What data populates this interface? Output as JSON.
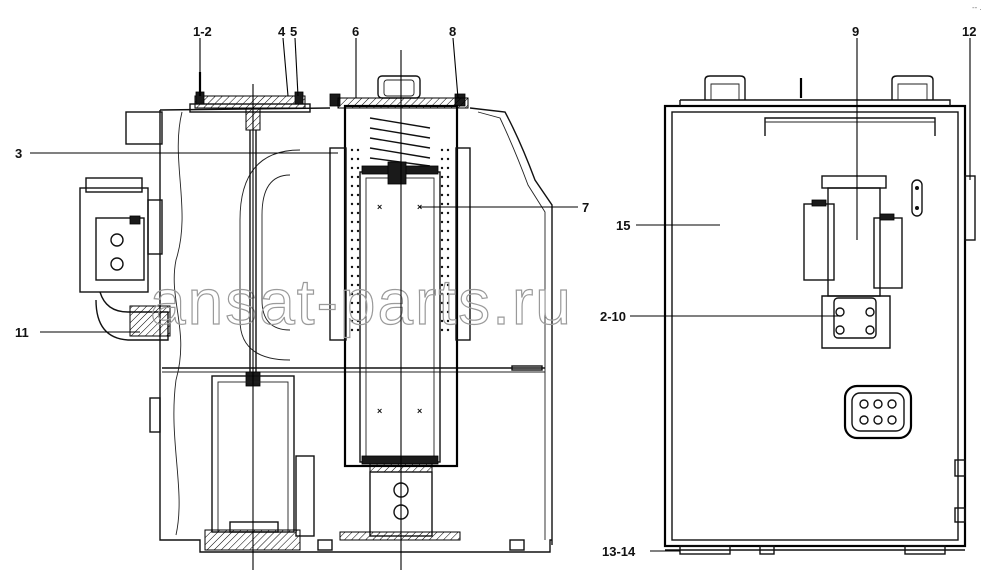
{
  "watermark": "ansat-parts.ru",
  "callouts": [
    {
      "id": "c1",
      "text": "1-2"
    },
    {
      "id": "c2",
      "text": "4"
    },
    {
      "id": "c3",
      "text": "5"
    },
    {
      "id": "c4",
      "text": "6"
    },
    {
      "id": "c5",
      "text": "8"
    },
    {
      "id": "c6",
      "text": "3"
    },
    {
      "id": "c7",
      "text": "7"
    },
    {
      "id": "c8",
      "text": "11"
    },
    {
      "id": "c9",
      "text": "9"
    },
    {
      "id": "c10",
      "text": "12"
    },
    {
      "id": "c11",
      "text": "15"
    },
    {
      "id": "c12",
      "text": "2-10"
    },
    {
      "id": "c13",
      "text": "13-14"
    }
  ],
  "corner_mark": "-- ."
}
